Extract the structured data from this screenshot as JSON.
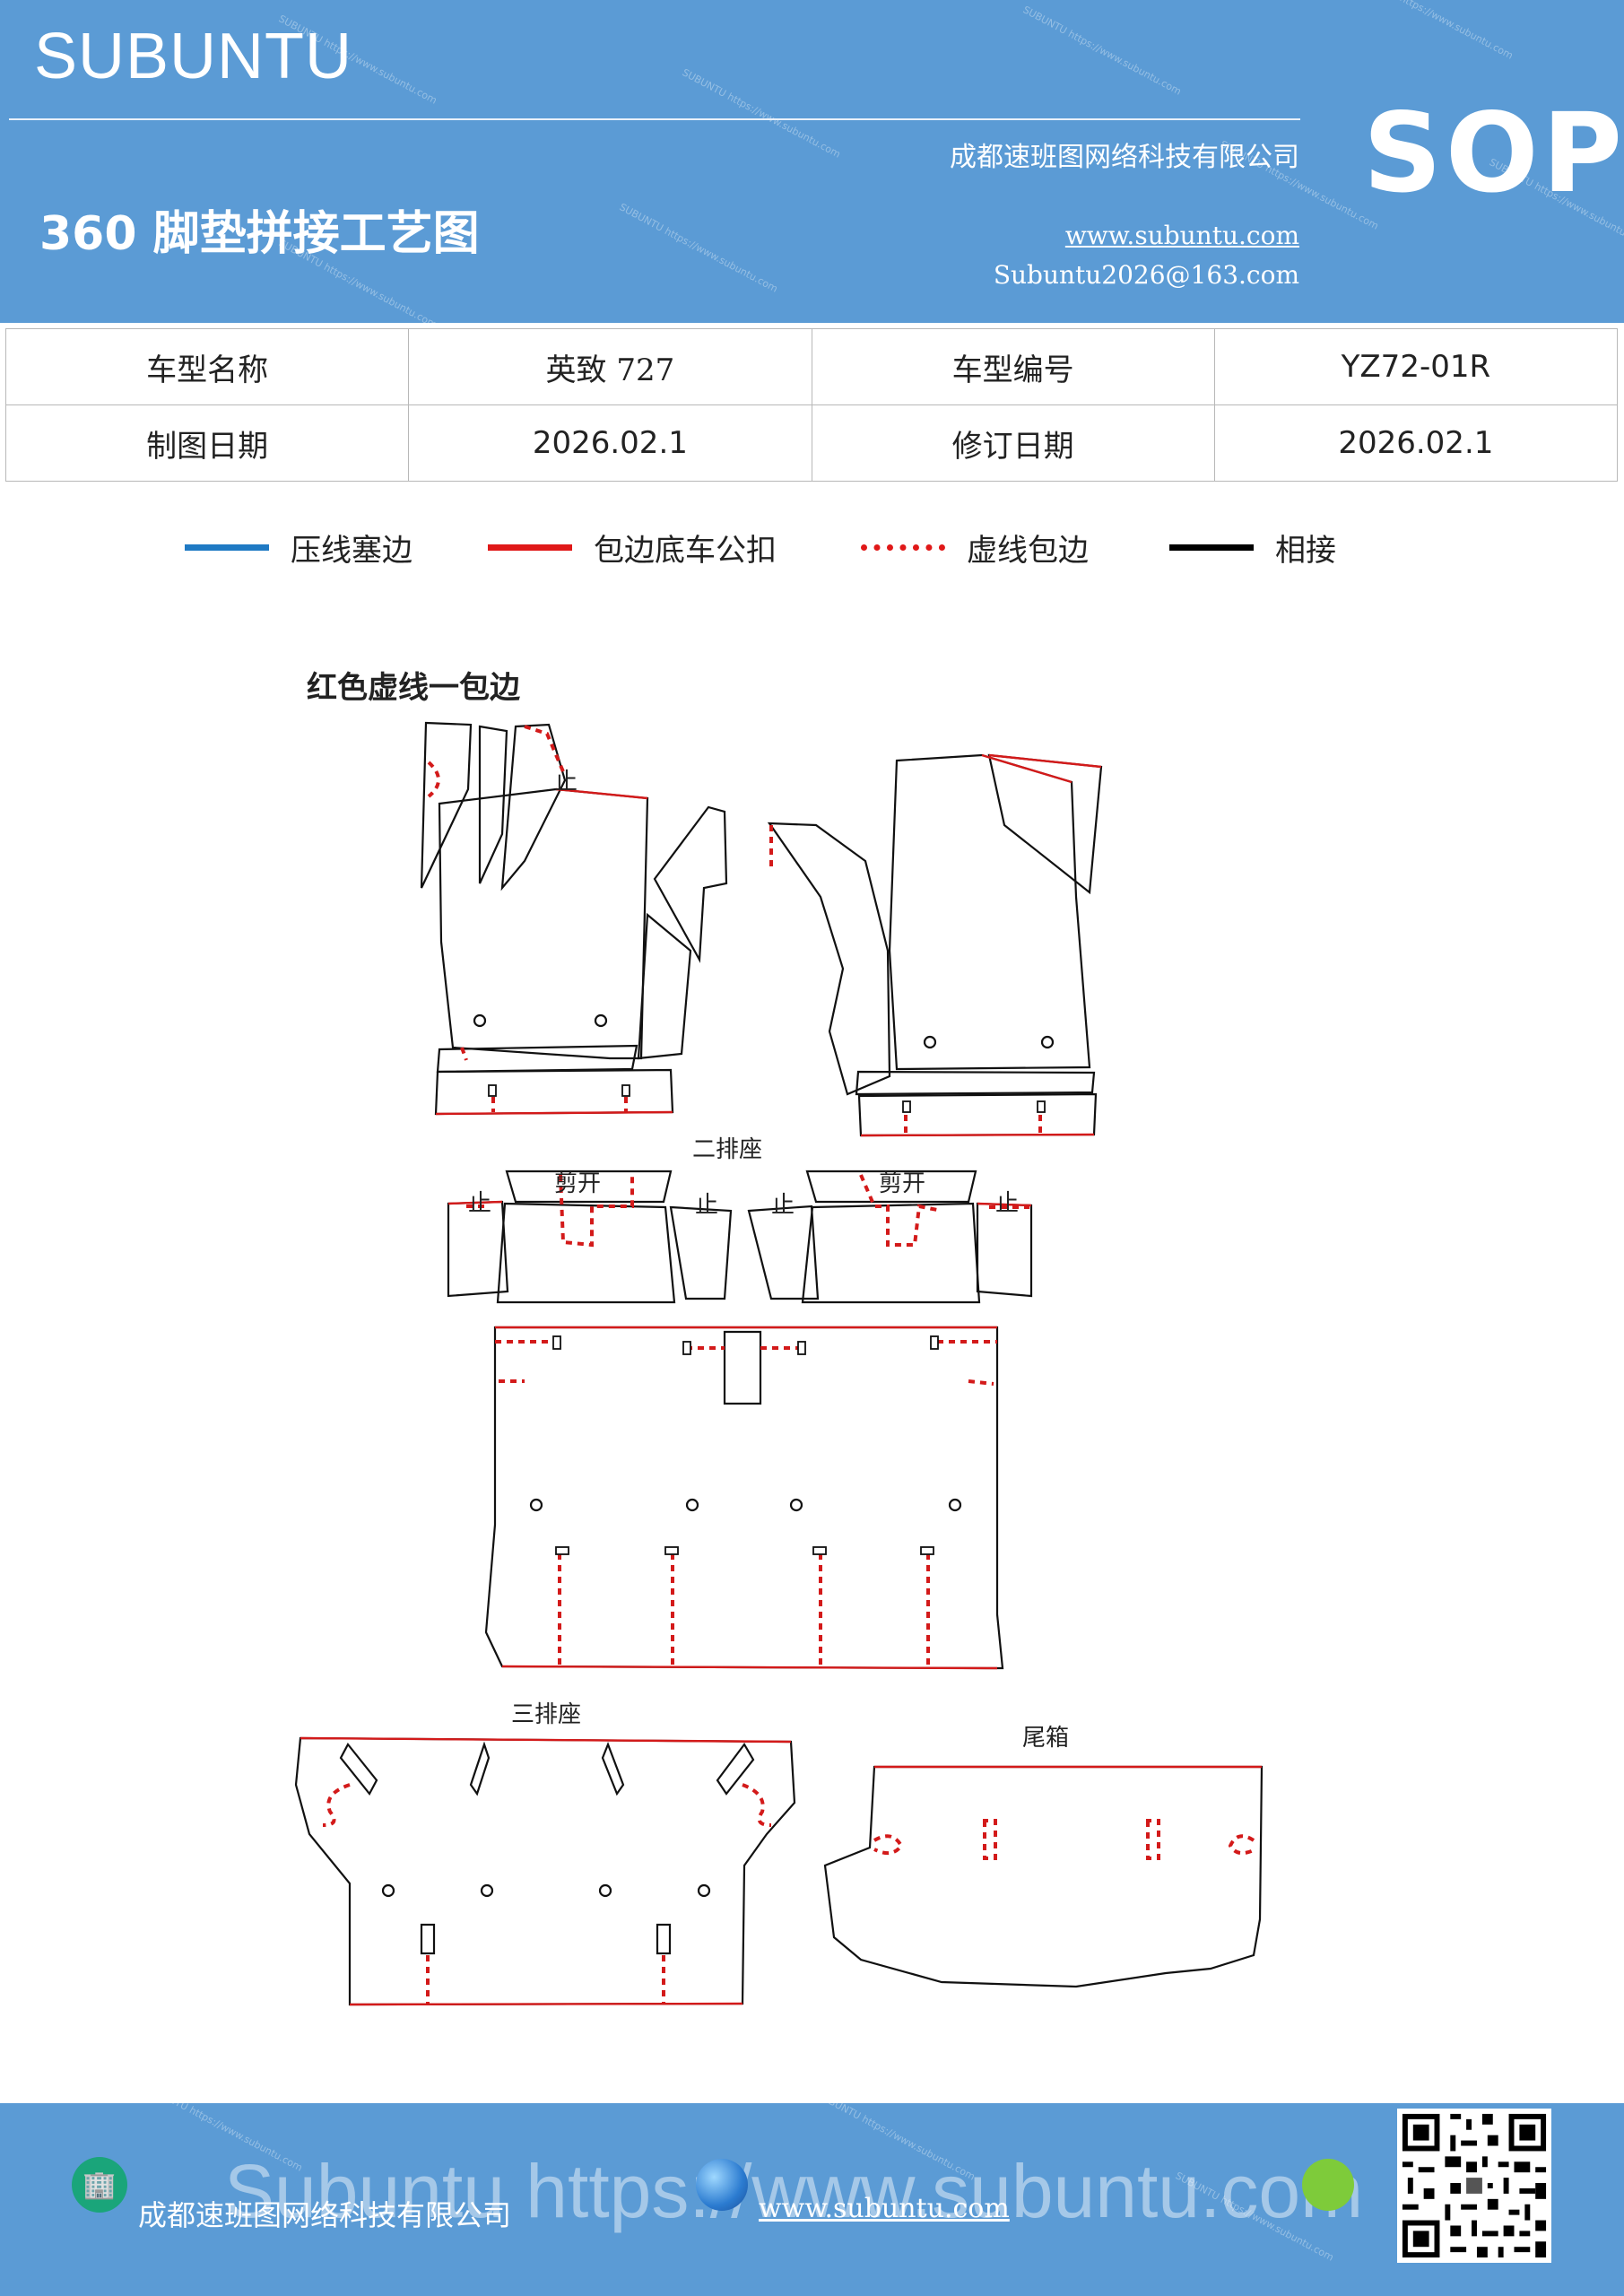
{
  "header": {
    "brand": "SUBUNTU",
    "company": "成都速班图网络科技有限公司",
    "badge": "SOP",
    "title": "360 脚垫拼接工艺图",
    "website": "www.subuntu.com",
    "email": "Subuntu2026@163.com",
    "background_color": "#5b9bd5"
  },
  "info_table": {
    "rows": [
      {
        "label1": "车型名称",
        "value1": "英致 727",
        "label2": "车型编号",
        "value2": "YZ72-01R"
      },
      {
        "label1": "制图日期",
        "value1": "2026.02.1",
        "label2": "修订日期",
        "value2": "2026.02.1"
      }
    ]
  },
  "legend": [
    {
      "label": "压线塞边",
      "color": "#1f7ac4",
      "style": "solid"
    },
    {
      "label": "包边底车公扣",
      "color": "#e01818",
      "style": "solid"
    },
    {
      "label": "虚线包边",
      "color": "#e01818",
      "style": "dotted"
    },
    {
      "label": "相接",
      "color": "#000000",
      "style": "solid"
    }
  ],
  "diagram": {
    "title": "红色虚线一包边",
    "labels": {
      "second_row": "二排座",
      "third_row": "三排座",
      "trunk": "尾箱",
      "cut_left": "剪开",
      "cut_right": "剪开",
      "stop": "止"
    }
  },
  "footer": {
    "company": "成都速班图网络科技有限公司",
    "website": "www.subuntu.com",
    "watermark": "Subuntu  https://www.subuntu.com",
    "building_icon_glyph": "🏢"
  }
}
